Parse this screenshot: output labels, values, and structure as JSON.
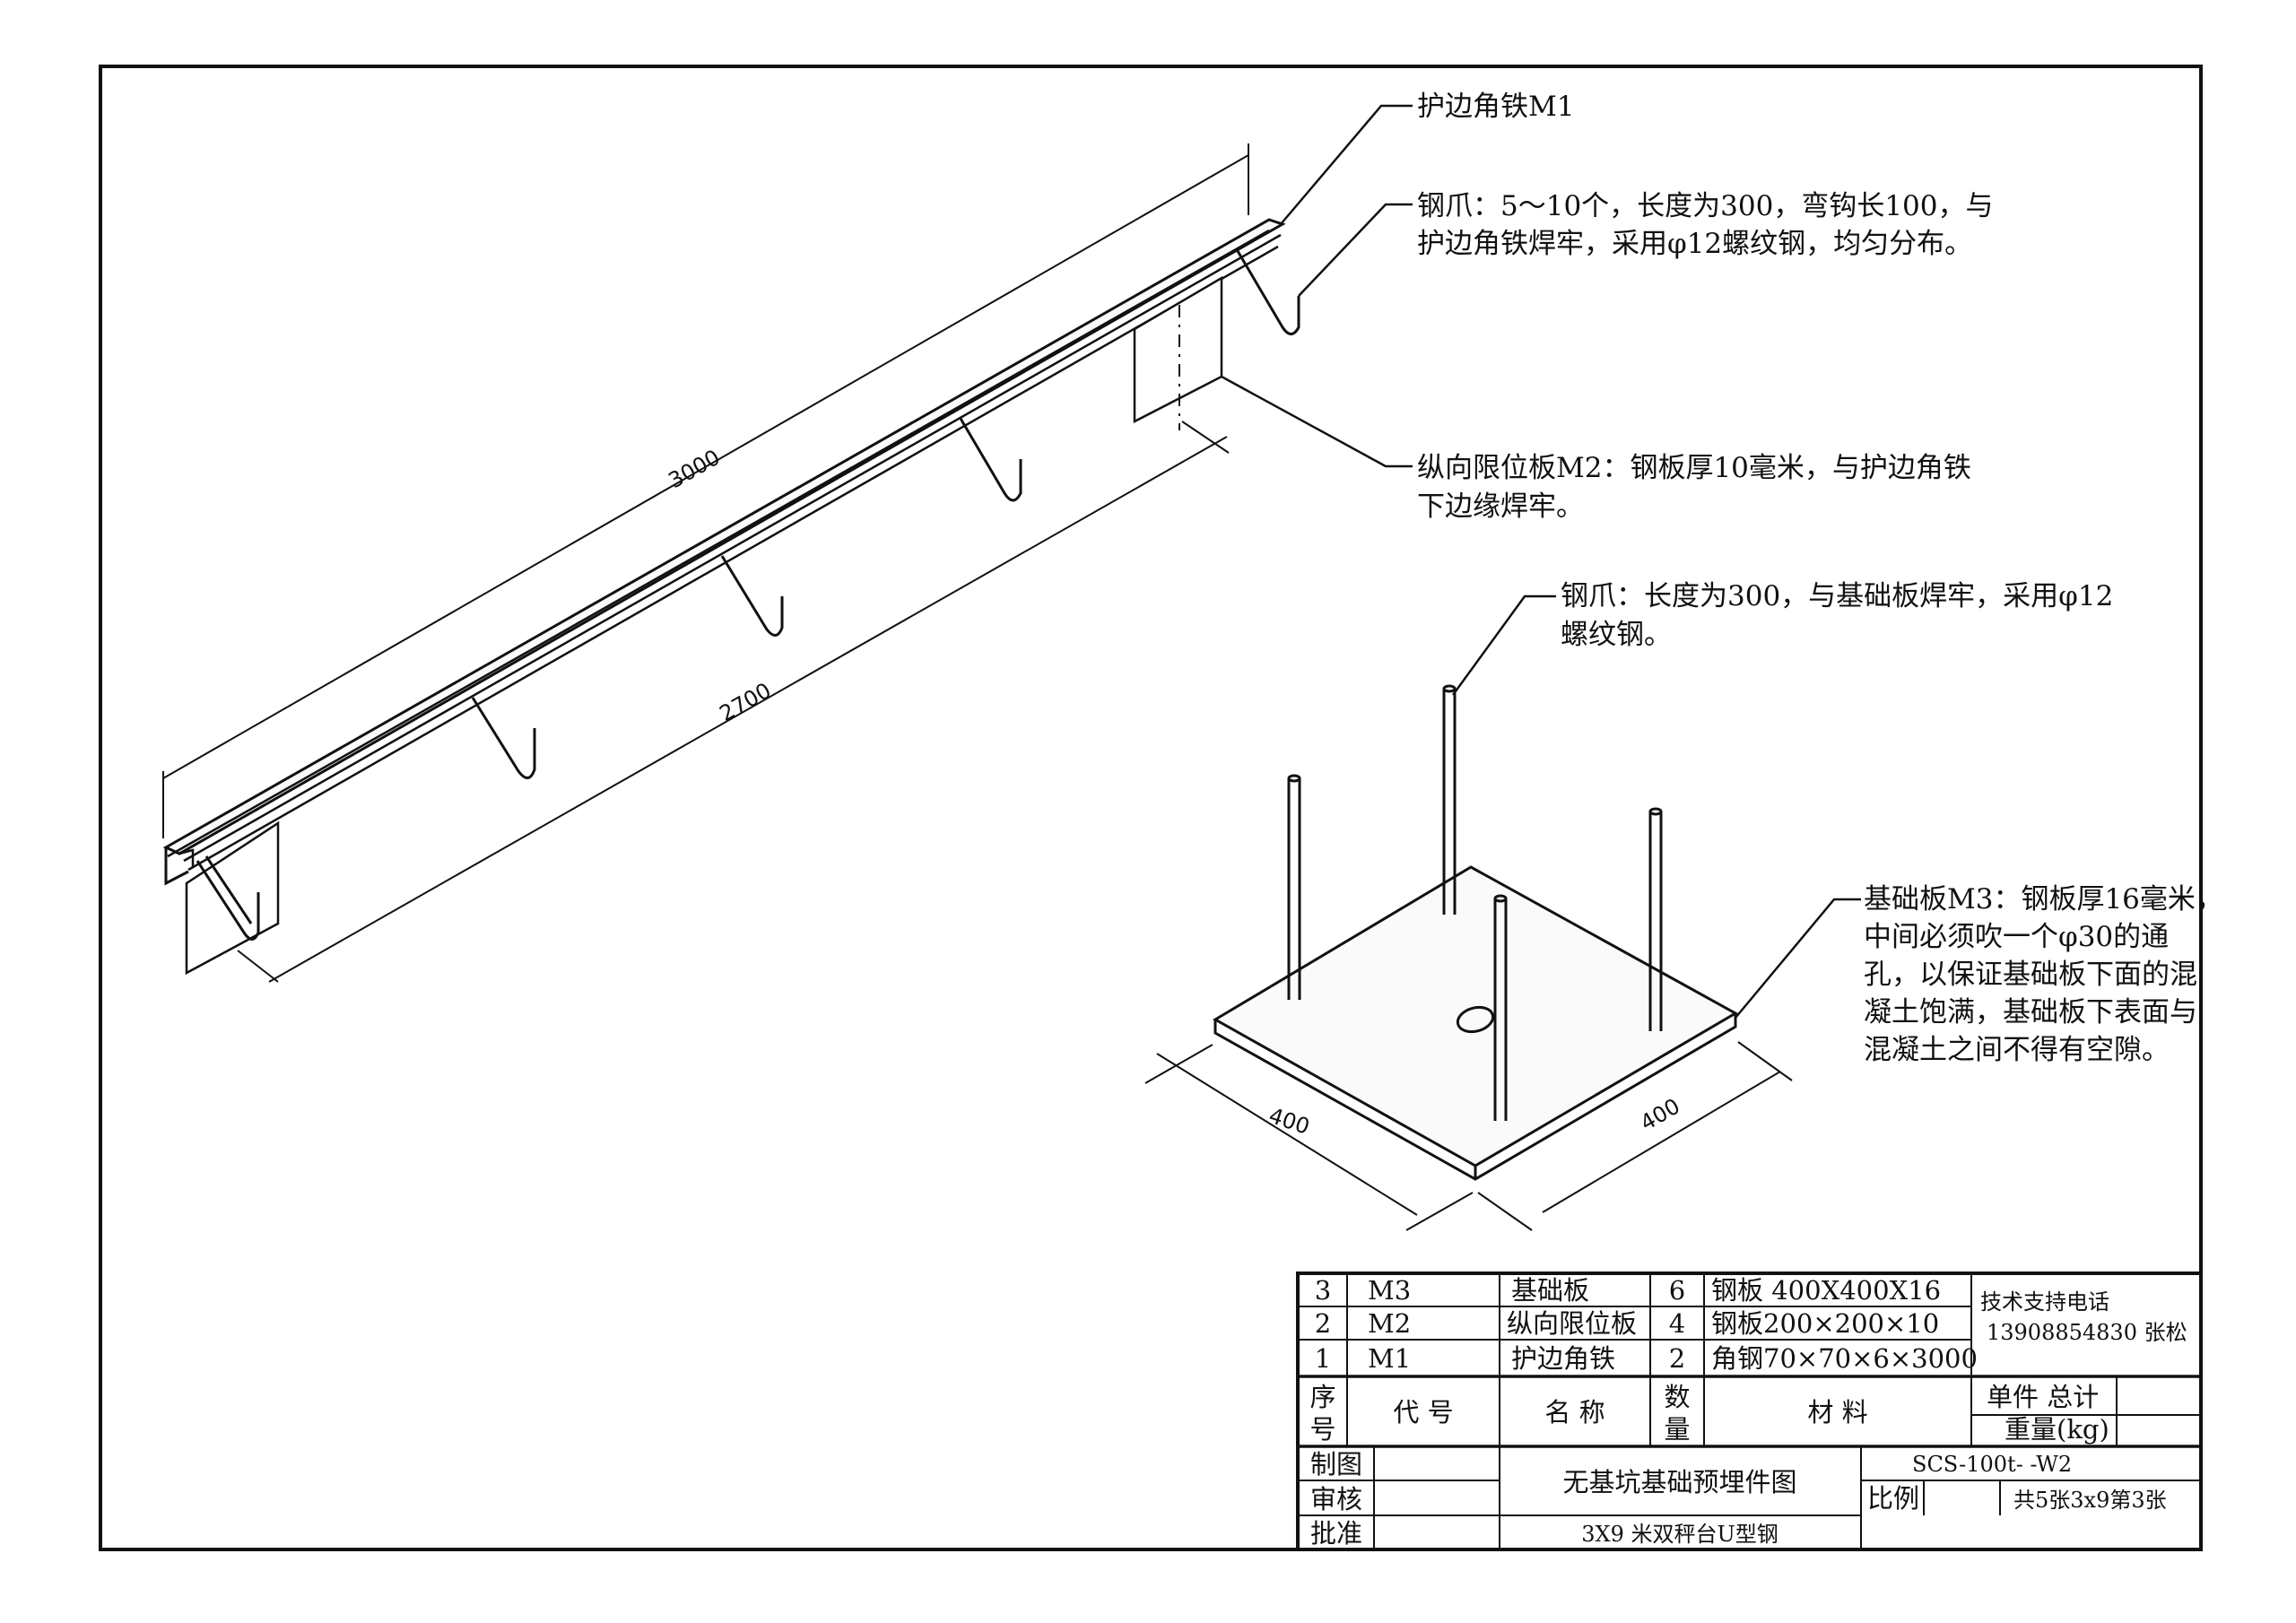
{
  "drawing": {
    "notes": {
      "m1": "护边角铁M1",
      "claw1_line1": "钢爪：5～10个，长度为300，弯钩长100，与",
      "claw1_line2": "护边角铁焊牢，采用φ12螺纹钢，均匀分布。",
      "m2_line1": "纵向限位板M2：钢板厚10毫米，与护边角铁",
      "m2_line2": "下边缘焊牢。",
      "claw2_line1": "钢爪：长度为300，与基础板焊牢，采用φ12",
      "claw2_line2": "螺纹钢。",
      "m3_line1": "基础板M3：钢板厚16毫米，",
      "m3_line2": "中间必须吹一个φ30的通",
      "m3_line3": "孔，以保证基础板下面的混",
      "m3_line4": "凝土饱满，基础板下表面与",
      "m3_line5": "混凝土之间不得有空隙。"
    },
    "dimensions": {
      "rail_length": "3000",
      "rail_span": "2700",
      "plate_left": "400",
      "plate_right": "400"
    }
  },
  "title_block": {
    "parts": [
      {
        "no": "3",
        "code": "M3",
        "name": "基础板",
        "qty": "6",
        "material": "钢板 400X400X16"
      },
      {
        "no": "2",
        "code": "M2",
        "name": "纵向限位板",
        "qty": "4",
        "material": "钢板200×200×10"
      },
      {
        "no": "1",
        "code": "M1",
        "name": "护边角铁",
        "qty": "2",
        "material": "角钢70×70×6×3000"
      }
    ],
    "support_label": "技术支持电话",
    "support_contact": "13908854830 张松",
    "headers": {
      "no_1": "序",
      "no_2": "号",
      "code": "代  号",
      "name": "名  称",
      "qty_1": "数",
      "qty_2": "量",
      "material": "材  料",
      "weight_1": "单件  总计",
      "weight_2": "重量(kg)"
    },
    "roles": {
      "drawn": "制图",
      "checked": "审核",
      "approved": "批准"
    },
    "drawing_title": "无基坑基础预埋件图",
    "subtitle": "3X9 米双秤台U型钢",
    "drawing_no": "SCS-100t-    -W2",
    "scale_label": "比例",
    "sheet_info": "共5张3x9第3张"
  }
}
